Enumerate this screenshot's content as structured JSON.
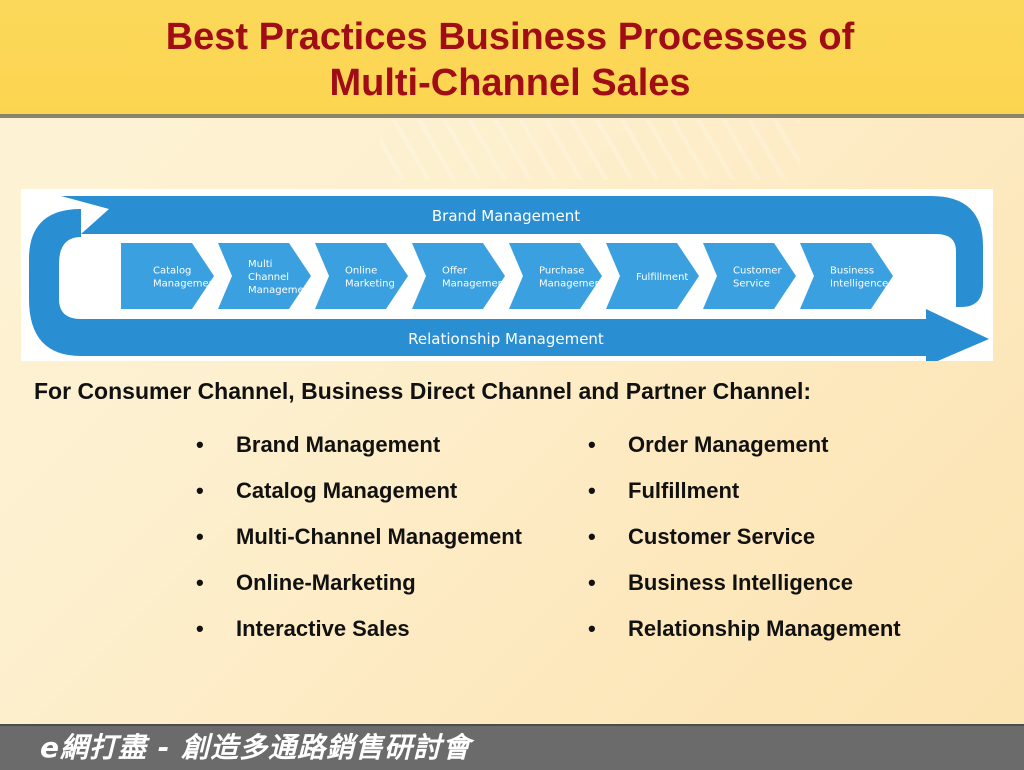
{
  "title": {
    "line1": "Best Practices Business Processes of",
    "line2": "Multi-Channel Sales"
  },
  "diagram": {
    "top_label": "Brand Management",
    "bottom_label": "Relationship Management",
    "steps": [
      [
        "Catalog",
        "Management"
      ],
      [
        "Multi",
        "Channel",
        "Management"
      ],
      [
        "Online",
        "Marketing"
      ],
      [
        "Offer",
        "Management"
      ],
      [
        "Purchase",
        "Management"
      ],
      [
        "Fulfillment"
      ],
      [
        "Customer",
        "Service"
      ],
      [
        "Business",
        "Intelligence"
      ]
    ],
    "colors": {
      "band": "#2a8fd2",
      "arrow": "#3aa0e0",
      "text": "#ffffff"
    }
  },
  "subtitle": "For Consumer Channel, Business Direct Channel and Partner Channel:",
  "left_list": [
    "Brand Management",
    "Catalog Management",
    "Multi-Channel Management",
    "Online-Marketing",
    "Interactive Sales"
  ],
  "right_list": [
    "Order Management",
    "Fulfillment",
    "Customer Service",
    "Business Intelligence",
    "Relationship Management"
  ],
  "footer": "e網打盡 - 創造多通路銷售研討會"
}
